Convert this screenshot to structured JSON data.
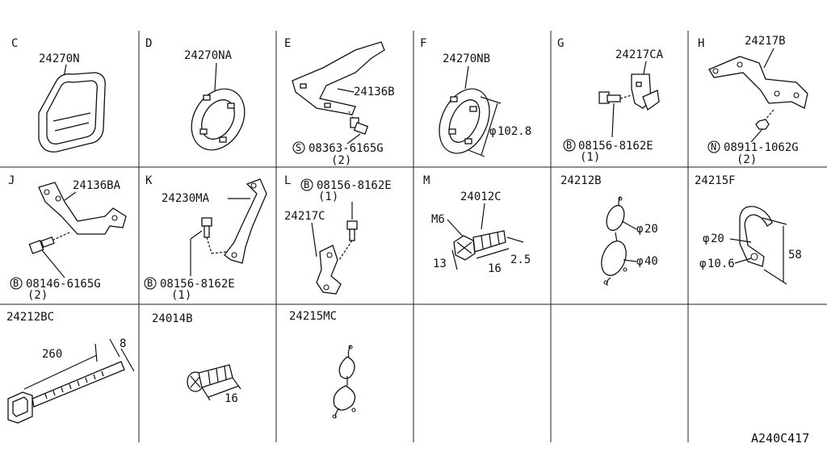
{
  "panels": [
    {
      "letter": "C",
      "parts": [
        "24270N"
      ]
    },
    {
      "letter": "D",
      "parts": [
        "24270NA"
      ]
    },
    {
      "letter": "E",
      "parts": [
        "24136B",
        "08363-6165G",
        "(2)"
      ],
      "symbol": "S"
    },
    {
      "letter": "F",
      "parts": [
        "24270NB",
        "102.8"
      ]
    },
    {
      "letter": "G",
      "parts": [
        "24217CA",
        "08156-8162E",
        "(1)"
      ],
      "symbol": "B"
    },
    {
      "letter": "H",
      "parts": [
        "24217B",
        "08911-1062G",
        "(2)"
      ],
      "symbol": "N"
    },
    {
      "letter": "J",
      "parts": [
        "24136BA",
        "08146-6165G",
        "(2)"
      ],
      "symbol": "B"
    },
    {
      "letter": "K",
      "parts": [
        "24230MA",
        "08156-8162E",
        "(1)"
      ],
      "symbol": "B"
    },
    {
      "letter": "L",
      "parts": [
        "08156-8162E",
        "(1)",
        "24217C"
      ],
      "symbol": "B"
    },
    {
      "letter": "M",
      "parts": [
        "24012C",
        "M6",
        "13",
        "16",
        "2.5"
      ]
    },
    {
      "letter": "",
      "parts": [
        "24212B",
        "20",
        "40"
      ]
    },
    {
      "letter": "",
      "parts": [
        "24215F",
        "20",
        "10.6",
        "58"
      ]
    },
    {
      "letter": "",
      "parts": [
        "24212BC",
        "260",
        "8"
      ]
    },
    {
      "letter": "",
      "parts": [
        "24014B",
        "16"
      ]
    },
    {
      "letter": "",
      "parts": [
        "24215MC"
      ]
    }
  ],
  "diameter_symbol": "φ",
  "figure_code": "A240C417"
}
